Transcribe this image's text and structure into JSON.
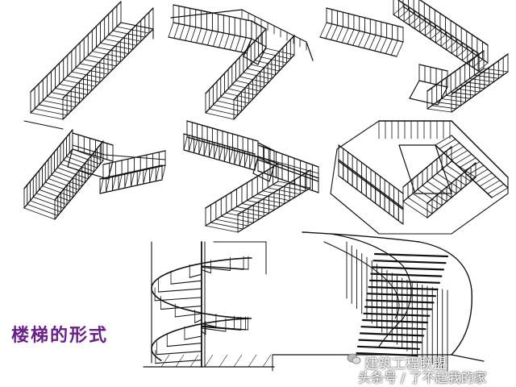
{
  "caption": "楼梯的形式",
  "watermark": {
    "line1": "建筑工程联盟",
    "line2": "头条号 / 了不起我的家"
  },
  "panels": [
    {
      "name": "straight-run-stair"
    },
    {
      "name": "l-shaped-landing-stair"
    },
    {
      "name": "u-shaped-return-stair"
    },
    {
      "name": "dog-leg-stair"
    },
    {
      "name": "three-flight-stair"
    },
    {
      "name": "scissor-stair"
    },
    {
      "name": "spiral-stair"
    },
    {
      "name": "curved-stair"
    }
  ]
}
